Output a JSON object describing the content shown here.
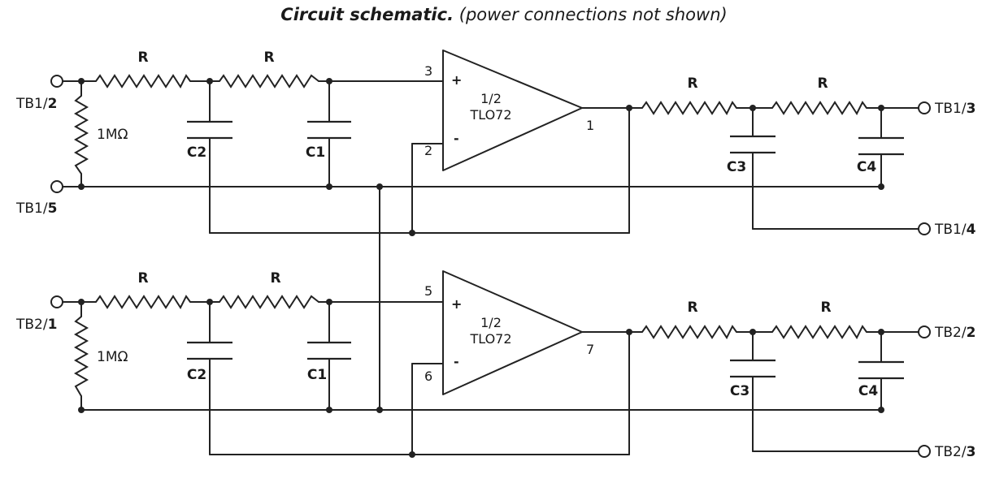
{
  "title": {
    "main": "Circuit schematic.",
    "note": "(power connections not shown)"
  },
  "channels": [
    {
      "input_terminal": {
        "prefix": "TB1/",
        "num": "2"
      },
      "ground_terminal": {
        "prefix": "TB1/",
        "num": "5"
      },
      "input_resistor": "1MΩ",
      "r1": "R",
      "r2": "R",
      "r3": "R",
      "r4": "R",
      "c2": "C2",
      "c1": "C1",
      "c3": "C3",
      "c4": "C4",
      "opamp": {
        "line1": "1/2",
        "line2": "TLO72",
        "pin_plus": "3",
        "pin_minus": "2",
        "pin_out": "1",
        "plus_sign": "+",
        "minus_sign": "-"
      },
      "output_terminal": {
        "prefix": "TB1/",
        "num": "3"
      },
      "aux_terminal": {
        "prefix": "TB1/",
        "num": "4"
      }
    },
    {
      "input_terminal": {
        "prefix": "TB2/",
        "num": "1"
      },
      "input_resistor": "1MΩ",
      "r1": "R",
      "r2": "R",
      "r3": "R",
      "r4": "R",
      "c2": "C2",
      "c1": "C1",
      "c3": "C3",
      "c4": "C4",
      "opamp": {
        "line1": "1/2",
        "line2": "TLO72",
        "pin_plus": "5",
        "pin_minus": "6",
        "pin_out": "7",
        "plus_sign": "+",
        "minus_sign": "-"
      },
      "output_terminal": {
        "prefix": "TB2/",
        "num": "2"
      },
      "aux_terminal": {
        "prefix": "TB2/",
        "num": "3"
      }
    }
  ]
}
